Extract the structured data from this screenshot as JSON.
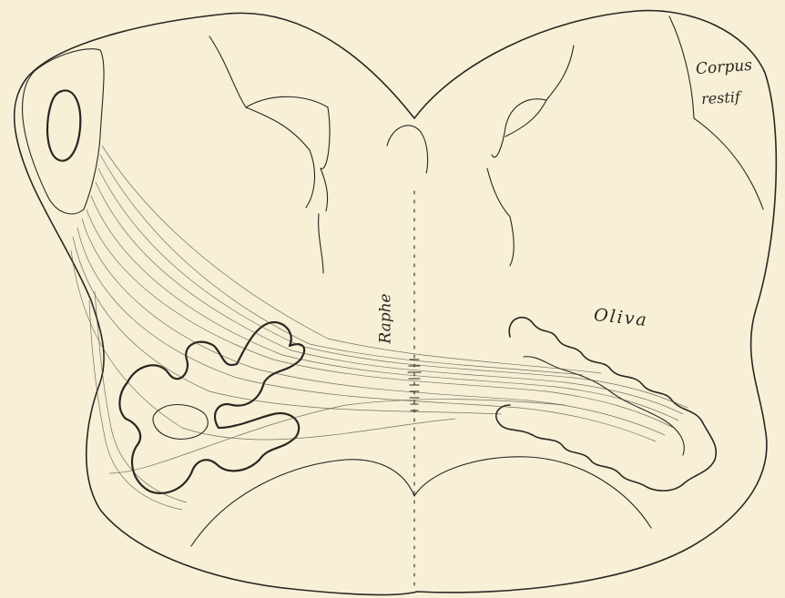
{
  "labels": {
    "corpus_line1": "Corpus",
    "corpus_line2": "restif",
    "raphe": "Raphe",
    "oliva": "Oliva"
  },
  "colors": {
    "paper": "#f7f0d6",
    "ink": "#2a2622"
  }
}
